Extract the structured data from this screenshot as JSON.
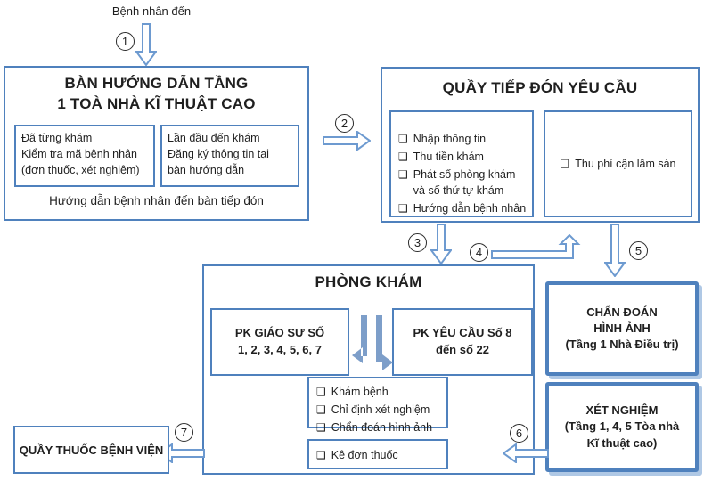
{
  "entry": {
    "patient_label": "Bệnh nhân đến"
  },
  "steps": {
    "s1": "1",
    "s2": "2",
    "s3": "3",
    "s4": "4",
    "s5": "5",
    "s6": "6",
    "s7": "7"
  },
  "guide_desk": {
    "title": "BÀN HƯỚNG DẪN TẦNG\n1 TOÀ NHÀ KĨ THUẬT CAO",
    "returning": "Đã từng khám\nKiểm tra mã bệnh nhân\n(đơn thuốc, xét nghiệm)",
    "first_time": "Lần đầu đến khám\nĐăng ký thông tin tại\nbàn hướng dẫn",
    "caption": "Hướng dẫn bệnh nhân đến bàn tiếp đón"
  },
  "reception": {
    "title": "QUẦY TIẾP ĐÓN YÊU CẦU",
    "tasks": [
      "Nhập thông tin",
      "Thu tiền khám",
      "Phát số phòng khám và số thứ tự khám",
      "Hướng dẫn bệnh nhân"
    ],
    "fee_task": "Thu phí cận lâm sàn"
  },
  "clinic": {
    "title": "PHÒNG KHÁM",
    "professor_rooms": "PK GIÁO SƯ SỐ\n1, 2, 3, 4, 5, 6, 7",
    "request_rooms": "PK YÊU CẦU Số 8\nđến số 22",
    "services": [
      "Khám bệnh",
      "Chỉ định xét nghiệm",
      "Chẩn đoán hình ảnh"
    ],
    "prescription": "Kê đơn thuốc"
  },
  "imaging": {
    "title": "CHẨN ĐOÁN\nHÌNH ẢNH\n(Tầng 1 Nhà Điều trị)"
  },
  "lab": {
    "title": "XÉT NGHIỆM\n(Tầng 1, 4, 5 Tòa nhà\nKĩ thuật cao)"
  },
  "pharmacy": {
    "title": "QUẦY THUỐC BỆNH VIỆN"
  },
  "icons": {
    "checkbox": "❑"
  },
  "colors": {
    "box_border": "#4f81bd",
    "arrow_outline": "#6d9ad0",
    "solid_arrow": "#7d9ec9",
    "text": "#1f1f1f"
  }
}
